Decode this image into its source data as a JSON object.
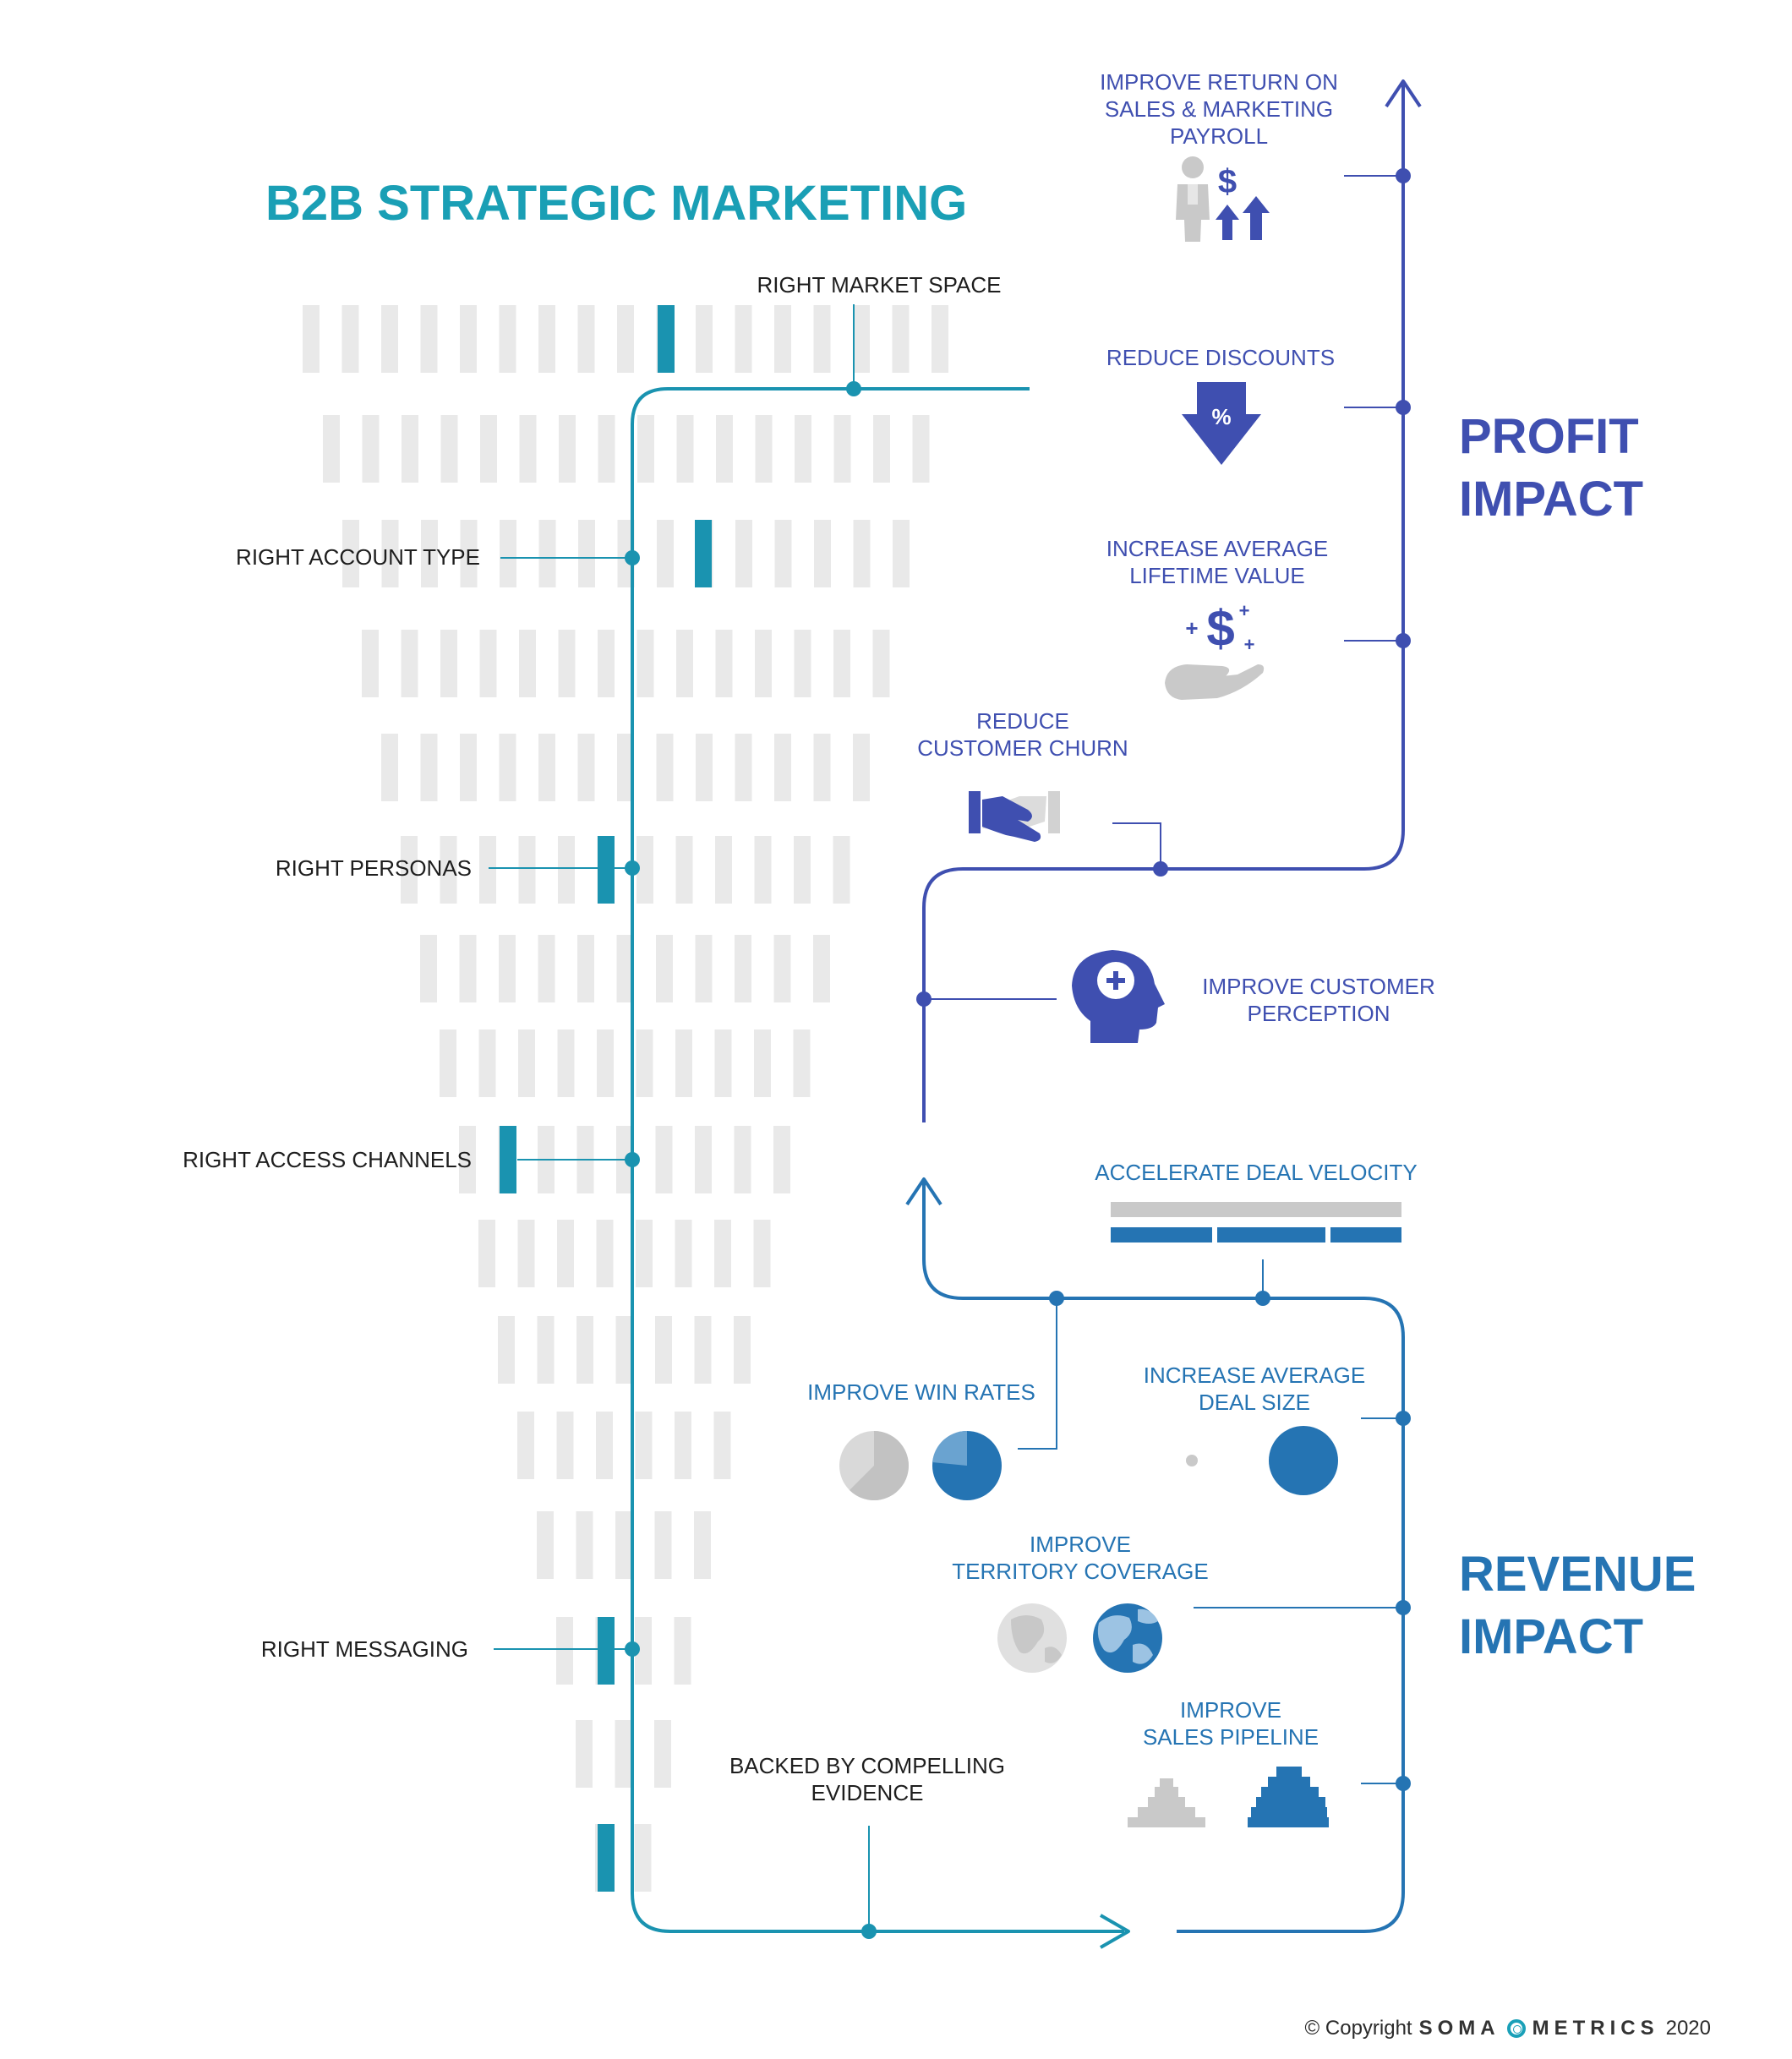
{
  "title": "B2B STRATEGIC MARKETING",
  "left_labels": {
    "market_space": "RIGHT MARKET SPACE",
    "account_type": "RIGHT ACCOUNT TYPE",
    "personas": "RIGHT PERSONAS",
    "access_channels": "RIGHT ACCESS CHANNELS",
    "messaging": "RIGHT MESSAGING",
    "evidence": [
      "BACKED BY COMPELLING",
      "EVIDENCE"
    ]
  },
  "profit": {
    "heading": [
      "PROFIT",
      "IMPACT"
    ],
    "return_on_payroll": [
      "IMPROVE RETURN ON",
      "SALES & MARKETING",
      "PAYROLL"
    ],
    "reduce_discounts": "REDUCE DISCOUNTS",
    "lifetime_value": [
      "INCREASE AVERAGE",
      "LIFETIME VALUE"
    ],
    "customer_churn": [
      "REDUCE",
      "CUSTOMER CHURN"
    ],
    "customer_perception": [
      "IMPROVE CUSTOMER",
      "PERCEPTION"
    ]
  },
  "revenue": {
    "heading": [
      "REVENUE",
      "IMPACT"
    ],
    "deal_velocity": "ACCELERATE DEAL VELOCITY",
    "win_rates": "IMPROVE WIN RATES",
    "deal_size": [
      "INCREASE AVERAGE",
      "DEAL SIZE"
    ],
    "territory": [
      "IMPROVE",
      "TERRITORY COVERAGE"
    ],
    "pipeline": [
      "IMPROVE",
      "SALES PIPELINE"
    ]
  },
  "footer": {
    "prefix": "© Copyright",
    "brand_left": "SOMA",
    "brand_right": "METRICS",
    "year": "2020"
  },
  "colors": {
    "title": "#1a9fb5",
    "teal_line": "#1a93b0",
    "profit": "#3f4fb0",
    "revenue": "#2574b3",
    "grey_bar": "#e9e9e9",
    "label_dark": "#1e1e1e"
  },
  "icons": [
    "person-dollar-arrows-icon",
    "discount-tag-arrow-icon",
    "hand-dollar-icon",
    "handshake-icon",
    "head-plus-icon",
    "pie-chart-icon",
    "circle-size-icon",
    "globe-icon",
    "pyramid-pipeline-icon"
  ]
}
